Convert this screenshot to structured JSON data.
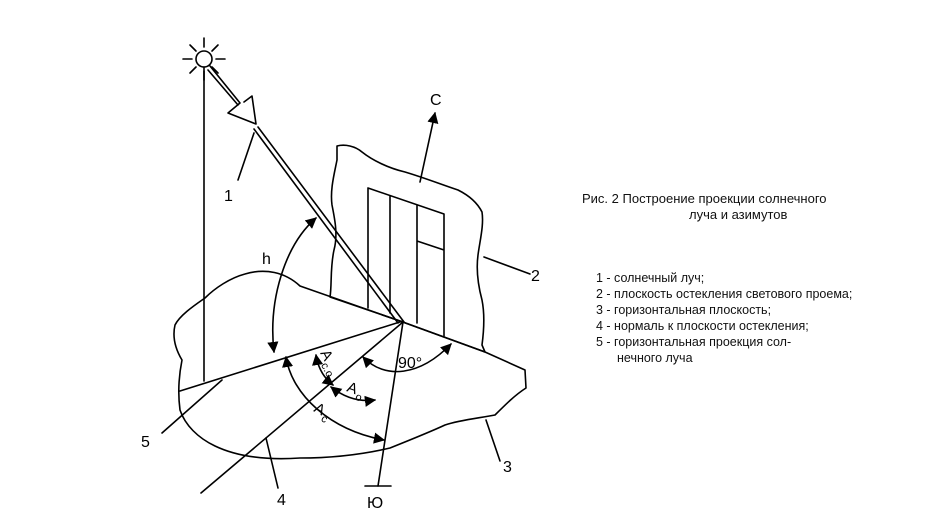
{
  "caption": {
    "line1": "Рис. 2 Построение проекции солнечного",
    "line2": "луча и азимутов"
  },
  "legend": [
    "1 - солнечный луч;",
    "2 - плоскость остекления светового проема;",
    "3 - горизонтальная плоскость;",
    "4 - нормаль к плоскости остекления;",
    "5 - горизонтальная проекция сол-",
    "нечного луча"
  ],
  "labels": {
    "north": "С",
    "south": "Ю",
    "h": "h",
    "angle90": "90°",
    "ac0_main": "A",
    "ac0_sub": "c.o",
    "ao_main": "A",
    "ao_sub": "o",
    "ac_main": "A",
    "ac_sub": "c",
    "n1": "1",
    "n2": "2",
    "n3": "3",
    "n4": "4",
    "n5": "5"
  },
  "colors": {
    "line": "#000000",
    "background": "#ffffff"
  }
}
